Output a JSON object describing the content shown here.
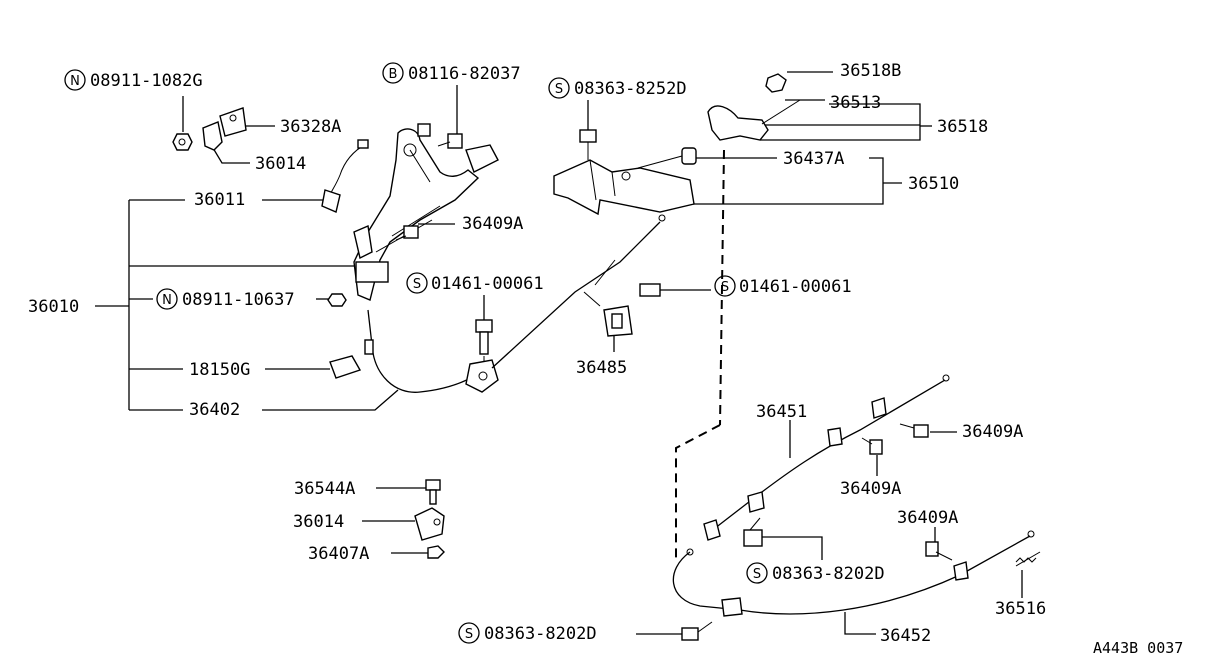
{
  "parts": {
    "n_08911_1082G": {
      "prefix": "N",
      "number": "08911-1082G"
    },
    "b_08116_82037": {
      "prefix": "B",
      "number": "08116-82037"
    },
    "s_08363_8252D": {
      "prefix": "S",
      "number": "08363-8252D"
    },
    "p_36518B": "36518B",
    "p_36513": "36513",
    "p_36518": "36518",
    "p_36328A": "36328A",
    "p_36014_top": "36014",
    "p_36437A": "36437A",
    "p_36510": "36510",
    "p_36011": "36011",
    "p_36409A_upper": "36409A",
    "s_01461_00061_left": {
      "prefix": "S",
      "number": "01461-00061"
    },
    "s_01461_00061_right": {
      "prefix": "S",
      "number": "01461-00061"
    },
    "p_36010": "36010",
    "n_08911_10637": {
      "prefix": "N",
      "number": "08911-10637"
    },
    "p_36485": "36485",
    "p_18150G": "18150G",
    "p_36402": "36402",
    "p_36451": "36451",
    "p_36409A_right": "36409A",
    "p_36409A_mid": "36409A",
    "p_36544A": "36544A",
    "p_36014_bottom": "36014",
    "p_36409A_lower": "36409A",
    "p_36407A": "36407A",
    "s_08363_8202D_mid": {
      "prefix": "S",
      "number": "08363-8202D"
    },
    "p_36516": "36516",
    "s_08363_8202D_bottom": {
      "prefix": "S",
      "number": "08363-8202D"
    },
    "p_36452": "36452"
  },
  "figure_code": "A443B 0037"
}
